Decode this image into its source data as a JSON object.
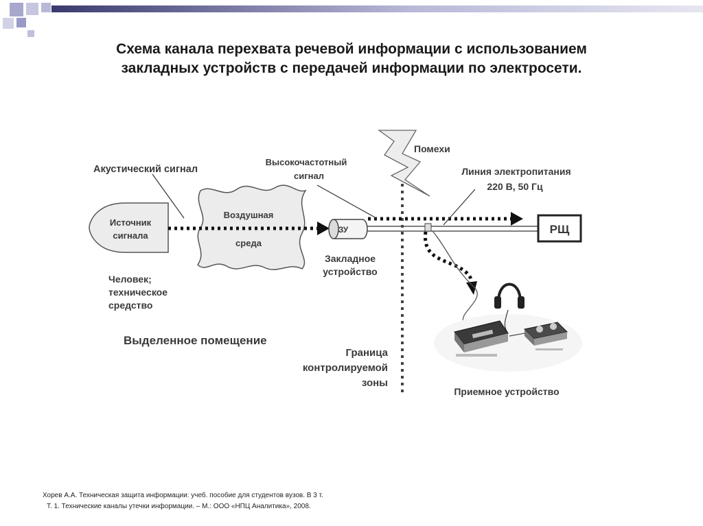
{
  "title": {
    "line1": "Схема канала перехвата речевой информации с использованием",
    "line2": "закладных устройств с передачей информации по электросети."
  },
  "labels": {
    "acoustic_signal": "Акустический сигнал",
    "source_line1": "Источник",
    "source_line2": "сигнала",
    "air_line1": "Воздушная",
    "air_line2": "среда",
    "hf_line1": "Высокочастотный",
    "hf_line2": "сигнал",
    "interference": "Помехи",
    "power_line1": "Линия электропитания",
    "power_line2": "220 В, 50 Гц",
    "bug_device": "ЗУ",
    "panel": "РЩ",
    "bug_line1": "Закладное",
    "bug_line2": "устройство",
    "person_line1": "Человек;",
    "person_line2": "техническое",
    "person_line3": "средство",
    "room": "Выделенное помещение",
    "zone_line1": "Граница",
    "zone_line2": "контролируемой",
    "zone_line3": "зоны",
    "receiver": "Приемное устройство"
  },
  "reference": {
    "line1": "Хорев А.А.  Техническая  защита информации: учеб. пособие для студентов вузов. В 3 т.",
    "line2": "Т. 1. Технические каналы утечки информации. – М.: ООО «НПЦ Аналитика», 2008."
  },
  "colors": {
    "accent_bar": "#3a3a6e",
    "corner_square": "#9a9ac8",
    "line": "#333333"
  }
}
